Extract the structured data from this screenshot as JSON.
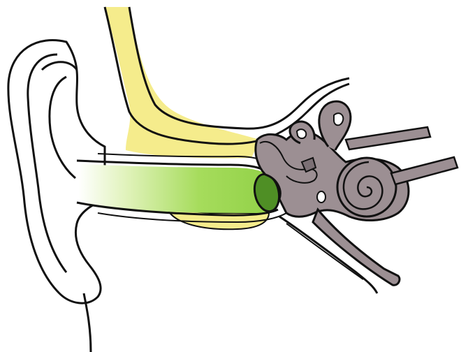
{
  "colors": {
    "background": "#ffffff",
    "outline": "#111111",
    "skin": "#ffffff",
    "bone_yellow": "#f5ec8c",
    "canal_green": "#a6dc5c",
    "canal_green_light": "#dff2b8",
    "eardrum_green": "#4f8f25",
    "inner_ear_gray": "#9c8f93",
    "inner_ear_gray_dark": "#7c7075"
  },
  "parts": [
    {
      "id": "outer-ear",
      "icon": "pinna-shape"
    },
    {
      "id": "ear-canal",
      "icon": "tube-shape"
    },
    {
      "id": "temporal-bone",
      "icon": "bone-shape"
    },
    {
      "id": "eardrum",
      "icon": "ellipse-shape"
    },
    {
      "id": "ossicles",
      "icon": "bone-chain-shape"
    },
    {
      "id": "semicircular-canals",
      "icon": "loop-shape"
    },
    {
      "id": "cochlea",
      "icon": "spiral-shape"
    },
    {
      "id": "nerve",
      "icon": "band-shape"
    },
    {
      "id": "eustachian-tube",
      "icon": "tube-shape"
    }
  ]
}
